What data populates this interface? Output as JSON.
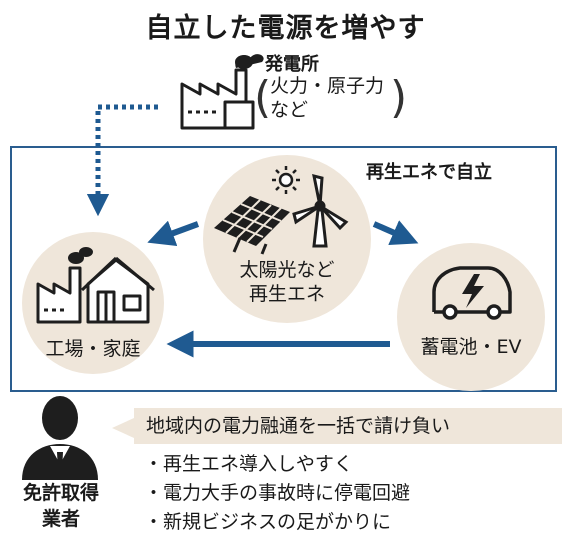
{
  "title": "自立した電源を増やす",
  "power_plant": {
    "label": "発電所",
    "note_lines": [
      "火力・原子力",
      "など"
    ]
  },
  "region": {
    "title": "再生エネで自立",
    "renewable_label_lines": [
      "太陽光など",
      "再生エネ"
    ],
    "home_label": "工場・家庭",
    "storage_label": "蓄電池・EV"
  },
  "operator": {
    "label_lines": [
      "免許取得",
      "業者"
    ],
    "role": "地域内の電力融通を一括で請け負い",
    "benefits": [
      "再生エネ導入しやすく",
      "電力大手の事故時に停電回避",
      "新規ビジネスの足がかりに"
    ]
  },
  "colors": {
    "frame": "#2a5d8f",
    "arrow": "#1f5a91",
    "circle_fill": "#efe6da",
    "icon": "#1e1e1e"
  },
  "icons": [
    "factory-icon",
    "solar-panel-icon",
    "sun-icon",
    "wind-turbine-icon",
    "house-icon",
    "electric-car-icon",
    "businessman-icon"
  ]
}
